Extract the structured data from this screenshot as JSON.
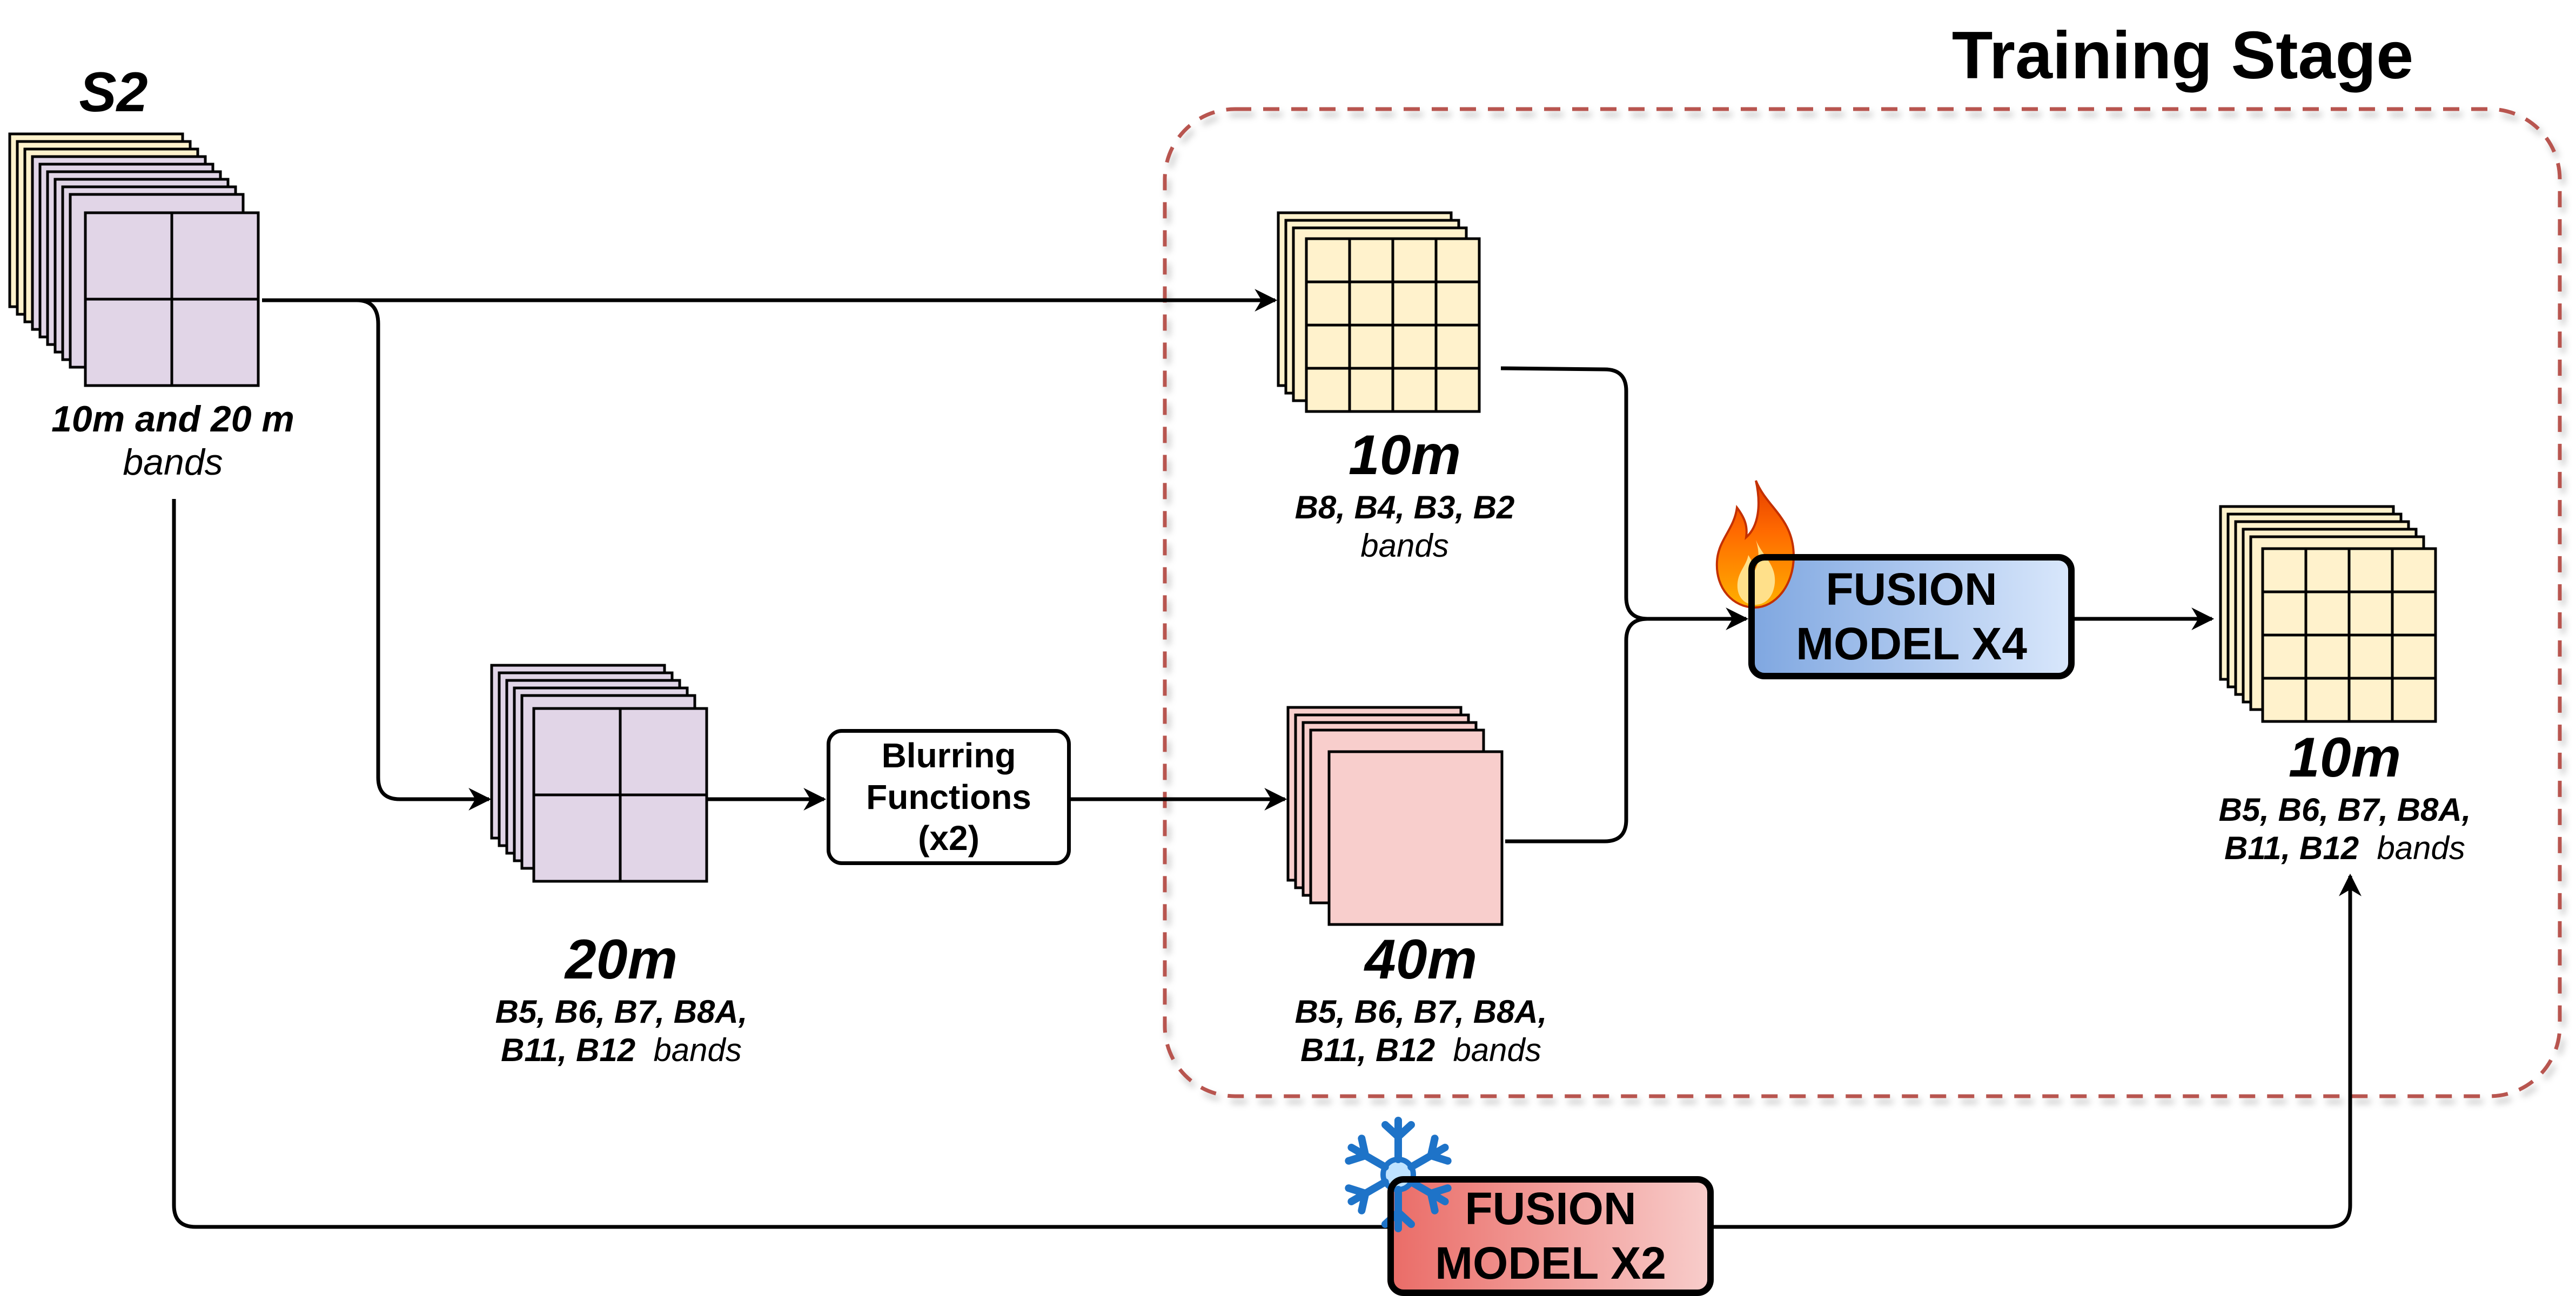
{
  "title": "Training Stage",
  "source": {
    "label": "S2",
    "caption_bold": "10m and 20 m",
    "caption_italic": "bands"
  },
  "stack_20m": {
    "resolution": "20m",
    "bands_line1": "B5, B6, B7, B8A,",
    "bands_line2": "B11, B12",
    "bands_word": "bands"
  },
  "blurring": {
    "line1": "Blurring",
    "line2": "Functions",
    "line3": "(x2)"
  },
  "stack_10m_input": {
    "resolution": "10m",
    "bands_line1": "B8, B4, B3, B2",
    "bands_word": "bands"
  },
  "stack_40m": {
    "resolution": "40m",
    "bands_line1": "B5, B6, B7, B8A,",
    "bands_line2": "B11, B12",
    "bands_word": "bands"
  },
  "fusion_x4": {
    "line1": "FUSION",
    "line2": "MODEL X4",
    "status_icon": "fire-icon"
  },
  "output": {
    "resolution": "10m",
    "bands_line1": "B5, B6, B7, B8A,",
    "bands_line2": "B11, B12",
    "bands_word": "bands"
  },
  "fusion_x2": {
    "line1": "FUSION",
    "line2": "MODEL X2",
    "status_icon": "snowflake-icon"
  },
  "colors": {
    "lavender": "#e1d5e7",
    "cream": "#fff2cc",
    "pink": "#f8cecc",
    "fusion_x4_start": "#7ea6e0",
    "fusion_x4_end": "#dae8fc",
    "fusion_x2_start": "#ea6b66",
    "fusion_x2_end": "#f8cecc",
    "training_border": "#b85450"
  }
}
